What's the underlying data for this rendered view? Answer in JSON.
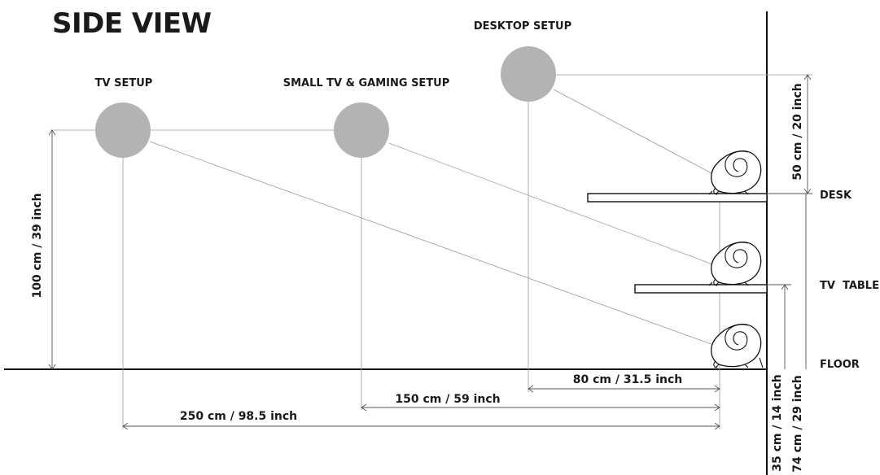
{
  "title": "SIDE VIEW",
  "setups": {
    "tv": "TV SETUP",
    "small_tv": "SMALL TV & GAMING SETUP",
    "desktop": "DESKTOP SETUP"
  },
  "levels": {
    "desk": "DESK",
    "tv_table": "TV  TABLE",
    "floor": "FLOOR"
  },
  "dimensions": {
    "head_height": "100 cm / 39 inch",
    "desk_above": "50 cm / 20 inch",
    "tv_table_height": "35 cm / 14 inch",
    "desk_height": "74 cm / 29 inch",
    "desktop_distance": "80 cm / 31.5 inch",
    "small_tv_distance": "150 cm / 59 inch",
    "tv_distance": "250 cm / 98.5 inch"
  }
}
